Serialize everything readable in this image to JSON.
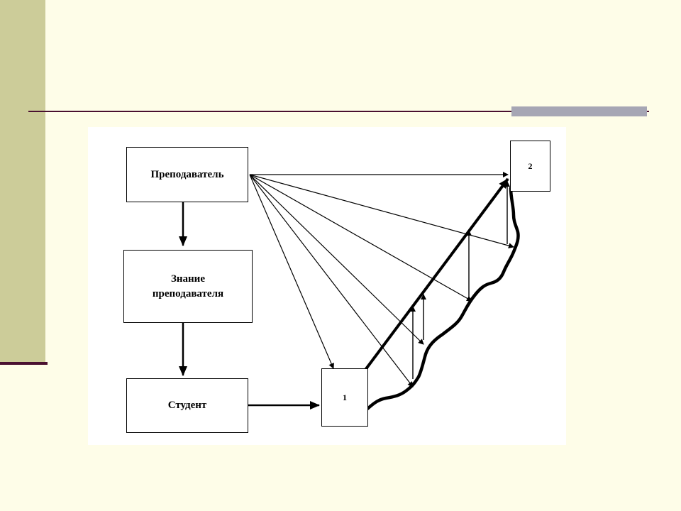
{
  "diagram": {
    "teacher_label": "Преподаватель",
    "knowledge_label": "Знание преподавателя",
    "student_label": "Студент",
    "box1_label": "1",
    "box2_label": "2"
  },
  "colors": {
    "background": "#fefde8",
    "sidebar": "#cccc99",
    "rule": "#4a1030",
    "rule_accent": "#a6a6b4"
  }
}
